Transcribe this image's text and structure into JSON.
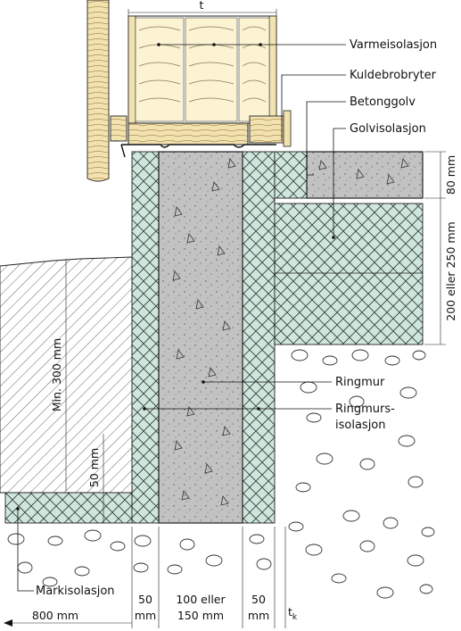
{
  "colors": {
    "insulation_green": "#cfe6dc",
    "concrete_grey": "#bdbdbd",
    "wood_tan": "#f2e2b0",
    "soil_hatch": "#555555",
    "mineral_wool": "#fbf3d2",
    "line": "#111111"
  },
  "labels": {
    "varmeisolasjon": "Varmeisolasjon",
    "kuldebrobryter": "Kuldebrobryter",
    "betonggolv": "Betonggolv",
    "golvisolasjon": "Golvisolasjon",
    "ringmur": "Ringmur",
    "ringmurs_line1": "Ringmurs-",
    "ringmurs_line2": "isolasjon",
    "markisolasjon": "Markisolasjon"
  },
  "dimensions": {
    "top_t": "t",
    "floor_80": "80 mm",
    "floor_200_250": "200 eller 250 mm",
    "min_300": "Min. 300 mm",
    "v50": "50 mm",
    "bottom_800": "800 mm",
    "b50_top": "50",
    "b50_bot": "mm",
    "b100_top": "100 eller",
    "b100_bot": "150 mm",
    "b50r_top": "50",
    "b50r_bot": "mm",
    "tk_main": "t",
    "tk_sub": "k"
  }
}
